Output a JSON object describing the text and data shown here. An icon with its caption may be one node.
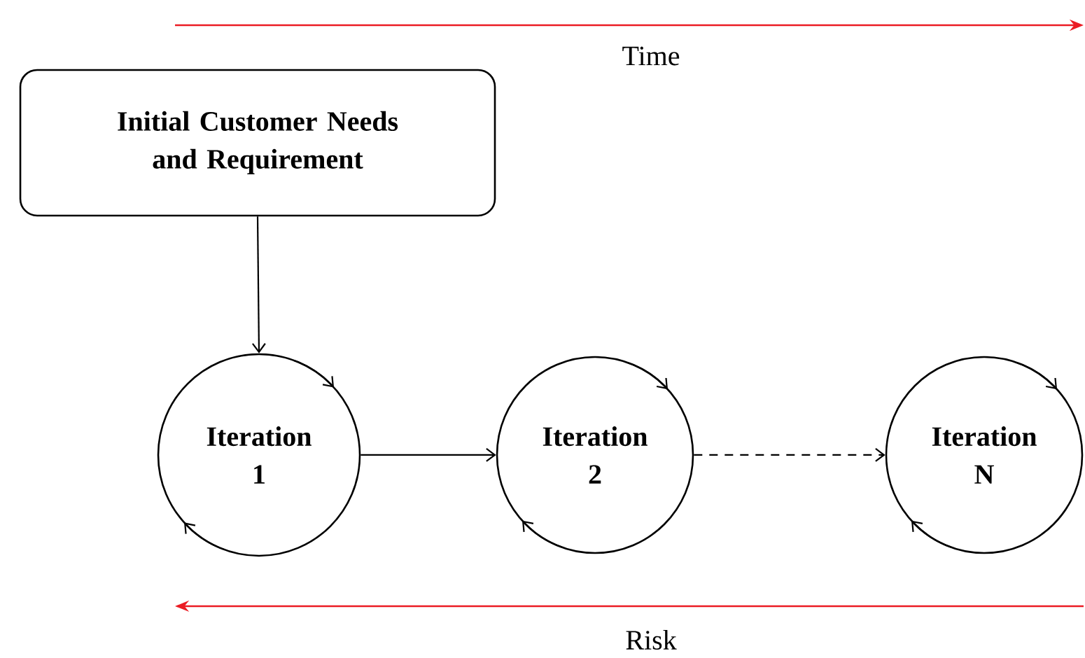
{
  "diagram": {
    "nodes": [
      {
        "text": [
          "Initial Customer Needs and Requirement"
        ]
      },
      {
        "text": [
          "Iteration 1"
        ]
      },
      {
        "text": [
          "Iteration 2"
        ]
      },
      {
        "text": [
          "Iteration N"
        ]
      }
    ],
    "edges": [
      {
        "from": 0,
        "to": 1,
        "arrow": "to"
      },
      {
        "from": 1,
        "to": 2,
        "arrow": "to"
      },
      {
        "from": 2,
        "to": 3,
        "arrow": "to",
        "style": "dashed"
      }
    ],
    "labels": [
      "Time",
      "Risk"
    ]
  }
}
